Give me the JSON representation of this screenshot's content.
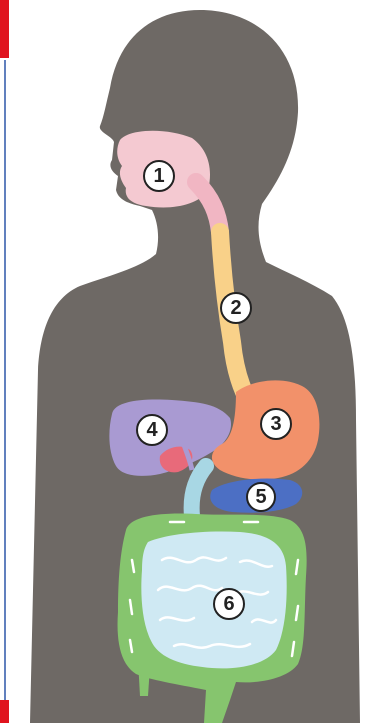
{
  "diagram": {
    "colors": {
      "body": "#6e6965",
      "mouth": "#f4c9d1",
      "esophagus_upper": "#f1b6c3",
      "esophagus_lower": "#f9d189",
      "stomach": "#f2916a",
      "liver": "#a99ad2",
      "gallbladder": "#e86a7a",
      "pancreas": "#4c6fc4",
      "duodenum": "#a8d7e4",
      "large_intestine": "#86c56e",
      "small_intestine": "#cfe9f3",
      "label_circle": "#ffffff",
      "edge_accent": "#e0141e",
      "edge_line": "#2d56a8"
    },
    "labels": [
      {
        "id": "mouth",
        "text": "1"
      },
      {
        "id": "esophagus",
        "text": "2"
      },
      {
        "id": "stomach",
        "text": "3"
      },
      {
        "id": "liver",
        "text": "4"
      },
      {
        "id": "pancreas",
        "text": "5"
      },
      {
        "id": "intestine",
        "text": "6"
      }
    ]
  }
}
